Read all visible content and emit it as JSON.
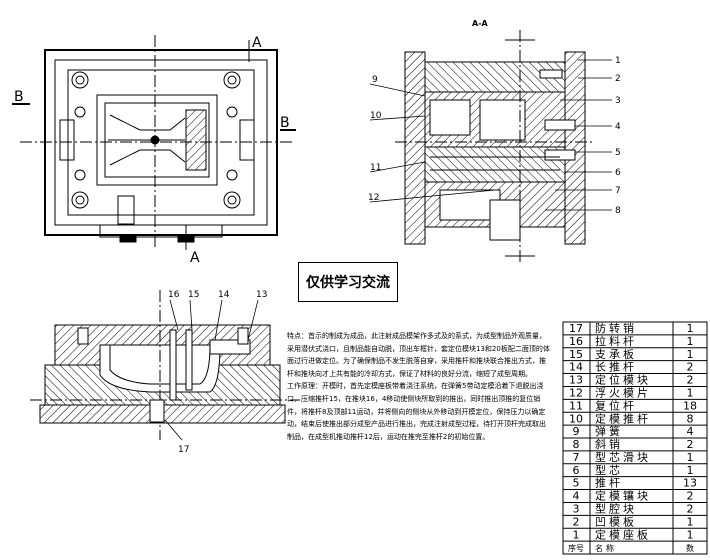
{
  "views": {
    "plan_label_top": "A",
    "plan_label_bottom": "A",
    "plan_label_left": "B",
    "plan_label_right": "B",
    "section_title": "A-A"
  },
  "callouts_right": [
    "1",
    "2",
    "3",
    "4",
    "5",
    "6",
    "7",
    "8"
  ],
  "callouts_left": [
    "9",
    "10",
    "11",
    "12"
  ],
  "callouts_bottom": [
    "16",
    "15",
    "14",
    "13",
    "17"
  ],
  "watermark": "仅供学习交流",
  "notes": {
    "p1": "特点：首示的制成为成品，此注射成品模架作多式及的系式，为成型制品外观质量，采用潜伏式浇口，且制品能自动脱，顶出车框针，套定位模块13和20板配二面顶的体面过行进做定位。为了确保制品不发生脱落自穿，采用推杆和推块联合推出方式，推杆和推块向才上共有能的冷却方式，保证了材料的良好分流，缩短了成型周期。",
    "p2": "工作原理：开模时，首先定模座板带着浇注系统，在弹簧5带动定模沿着下退脱出浇口，压缩推杆15，在推块16，4移动使侧块所取到的推出，同时推出顶推的复位销件，将推杆8及顶部11运动，并将侧向的侧块从外移动到开模定位，保持压力以确定动，结束后使推出部分成型产品进行推出，完成注射成型过程，待打开顶杆完成取出制品，在成型机推动推杆12后，运动在推完至推杆2的初始位置。"
  },
  "bom": {
    "rows": [
      {
        "no": "17",
        "name": "防转销",
        "qty": "1"
      },
      {
        "no": "16",
        "name": "拉料杆",
        "qty": "1"
      },
      {
        "no": "15",
        "name": "支承板",
        "qty": "1"
      },
      {
        "no": "14",
        "name": "长推杆",
        "qty": "2"
      },
      {
        "no": "13",
        "name": "定位模块",
        "qty": "2"
      },
      {
        "no": "12",
        "name": "浮火模片",
        "qty": "1"
      },
      {
        "no": "11",
        "name": "复位杆",
        "qty": "18"
      },
      {
        "no": "10",
        "name": "定模推杆",
        "qty": "8"
      },
      {
        "no": "9",
        "name": "弹簧",
        "qty": "4"
      },
      {
        "no": "8",
        "name": "斜销",
        "qty": "2"
      },
      {
        "no": "7",
        "name": "型芯滑块",
        "qty": "1"
      },
      {
        "no": "6",
        "name": "型芯",
        "qty": "1"
      },
      {
        "no": "5",
        "name": "推杆",
        "qty": "13"
      },
      {
        "no": "4",
        "name": "定模镶块",
        "qty": "2"
      },
      {
        "no": "3",
        "name": "型腔块",
        "qty": "2"
      },
      {
        "no": "2",
        "name": "凹模板",
        "qty": "1"
      },
      {
        "no": "1",
        "name": "定模座板",
        "qty": "1"
      }
    ],
    "header": {
      "no": "序号",
      "name": "名称",
      "qty": "数"
    }
  }
}
